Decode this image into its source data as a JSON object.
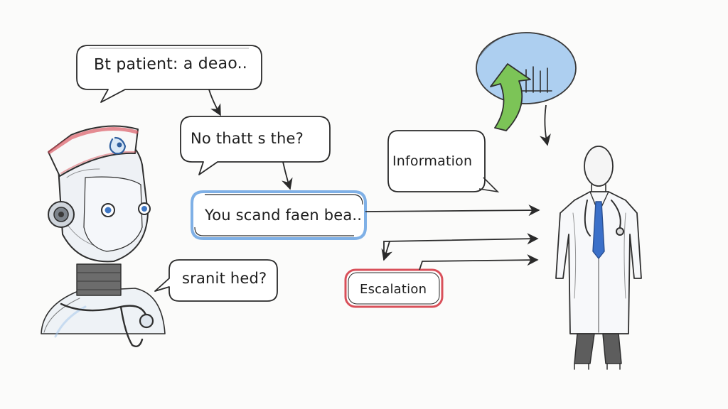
{
  "bubbles": {
    "patient": {
      "text": "Bt patient: a deao.."
    },
    "question": {
      "text": "No thatt s the?"
    },
    "reply": {
      "text": "You scand faen bea.."
    },
    "followup": {
      "text": "sranit hed?"
    }
  },
  "nodes": {
    "information": {
      "text": "Information"
    },
    "escalation": {
      "text": "Escalation"
    }
  },
  "colors": {
    "ink": "#2a2a2a",
    "accent_blue": "#7fb0e6",
    "accent_red": "#d9505a",
    "accent_green": "#7cc457",
    "cloud_blue": "#a9cdf0"
  }
}
